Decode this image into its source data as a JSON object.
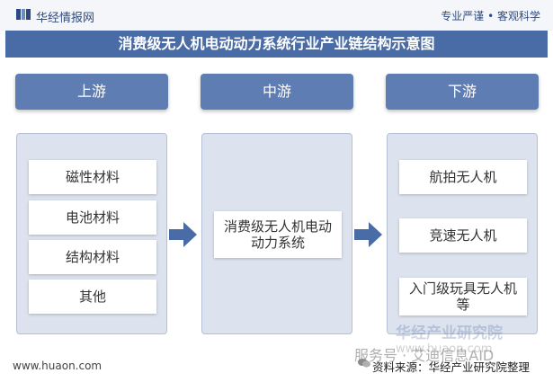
{
  "header": {
    "brand": "华经情报网",
    "slogan": "专业严谨 • 客观科学"
  },
  "title": "消费级无人机电动动力系统行业产业链结构示意图",
  "stages": [
    {
      "label": "上游",
      "items": [
        "磁性材料",
        "电池材料",
        "结构材料",
        "其他"
      ]
    },
    {
      "label": "中游",
      "items": [
        "消费级无人机电动动力系统"
      ]
    },
    {
      "label": "下游",
      "items": [
        "航拍无人机",
        "竞速无人机",
        "入门级玩具无人机等"
      ]
    }
  ],
  "footer": {
    "url": "www.huaon.com",
    "watermark": "华经产业研究院",
    "watermark_sub": "www.huaon.com",
    "wechat_mark": "服务号 · 艾迪信息AID",
    "source": "资料来源：华经产业研究院整理"
  },
  "colors": {
    "title_bar": "#4a6ca6",
    "stage_tab": "#5e7db2",
    "panel_bg": "#dde3ee",
    "arrow": "#4a6ca6"
  }
}
